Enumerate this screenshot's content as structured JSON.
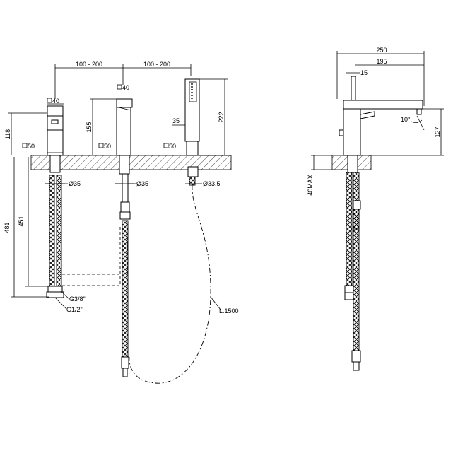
{
  "front_view": {
    "spacing_left": "100 - 200",
    "spacing_right": "100 - 200",
    "lever_square": "40",
    "spout_square": "40",
    "lever_base_square": "50",
    "spout_base_square": "50",
    "shower_base_square": "50",
    "height_lever": "118",
    "height_spout": "155",
    "height_shower": "222",
    "shower_width": "35",
    "dia_lever": "Ø35",
    "dia_spout": "Ø35",
    "dia_shower": "Ø33.5",
    "below_total": "481",
    "below_inner": "451",
    "thread_small": "G3/8\"",
    "thread_large": "G1/2\"",
    "hose_length": "L:1500"
  },
  "side_view": {
    "overall_depth": "250",
    "spout_reach": "195",
    "lever_offset": "15",
    "spout_angle": "10°",
    "spout_height": "127",
    "deck_max": "40MAX"
  }
}
